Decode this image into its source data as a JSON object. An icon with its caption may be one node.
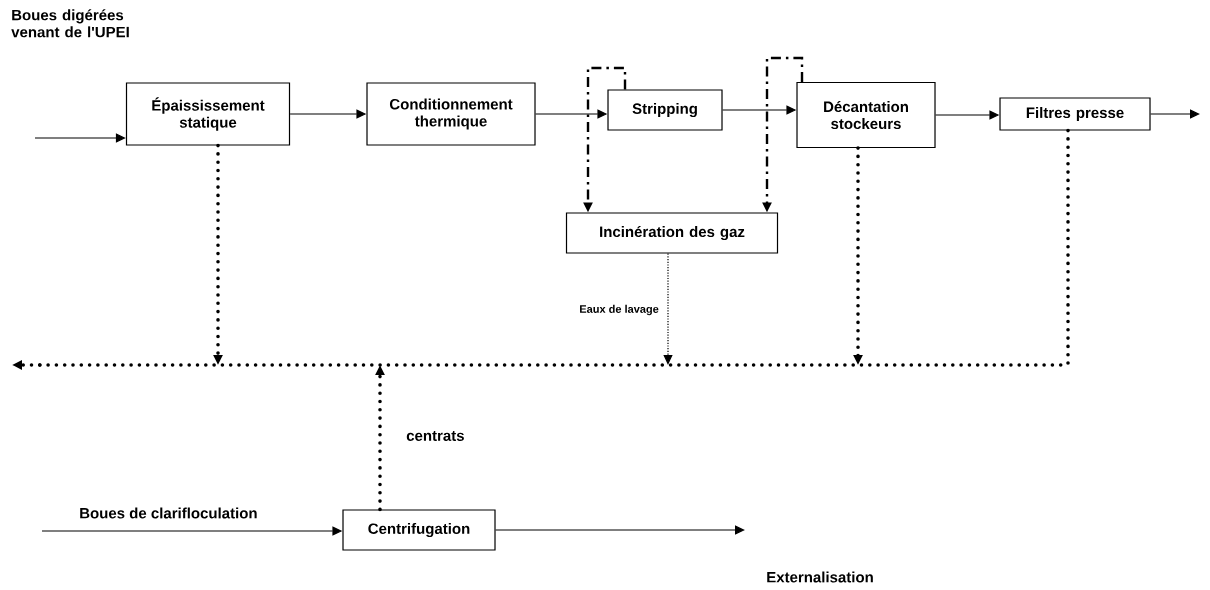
{
  "diagram": {
    "nodes": [
      {
        "text": [
          "Épaississement statique"
        ]
      },
      {
        "text": [
          "Conditionnement thermique"
        ]
      },
      {
        "text": [
          "Stripping"
        ]
      },
      {
        "text": [
          "Décantation stockeurs"
        ]
      },
      {
        "text": [
          "Filtres presse"
        ]
      },
      {
        "text": [
          "Incinération des gaz"
        ]
      },
      {
        "text": [],
        "shape": "bar"
      },
      {
        "text": [
          "Centrifugation"
        ]
      }
    ],
    "edges": [
      {
        "from": null,
        "to": 0,
        "arrow": "to"
      },
      {
        "from": 0,
        "to": 1,
        "arrow": "to"
      },
      {
        "from": 1,
        "to": 2,
        "arrow": "to"
      },
      {
        "from": 2,
        "to": 3,
        "arrow": "to"
      },
      {
        "from": 3,
        "to": 4,
        "arrow": "to"
      },
      {
        "from": 4,
        "to": null,
        "arrow": "to"
      },
      {
        "from": 2,
        "to": 5,
        "arrow": "to",
        "style": "dashed"
      },
      {
        "from": 3,
        "to": 5,
        "arrow": "to",
        "style": "dashed"
      },
      {
        "from": 0,
        "to": 6,
        "arrow": "to",
        "style": "dashed"
      },
      {
        "from": 5,
        "to": 6,
        "arrow": "to",
        "style": "dashed",
        "label": "Eaux de lavage"
      },
      {
        "from": 3,
        "to": 6,
        "arrow": "to",
        "style": "dashed"
      },
      {
        "from": 4,
        "to": 6,
        "arrow": "none",
        "style": "dashed"
      },
      {
        "from": 7,
        "to": 6,
        "arrow": "to",
        "style": "dashed",
        "label": "centrats"
      },
      {
        "from": 6,
        "to": null,
        "arrow": "to",
        "style": "dashed"
      },
      {
        "from": null,
        "to": 7,
        "arrow": "to",
        "label": "Boues de clarifloculation"
      },
      {
        "from": 7,
        "to": null,
        "arrow": "to",
        "label": "Externalisation"
      }
    ],
    "labels": [
      "Boues digérées venant de l'UPEI"
    ]
  }
}
